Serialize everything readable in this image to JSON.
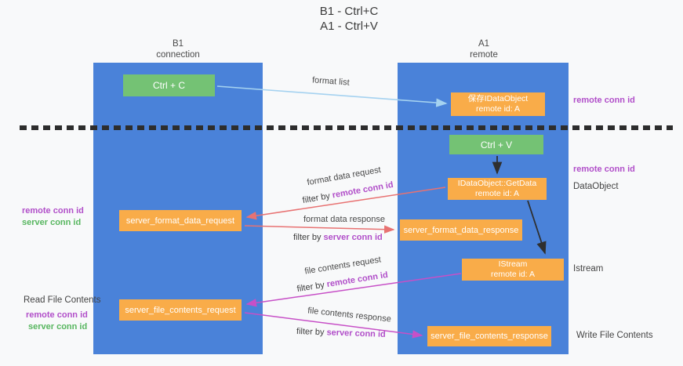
{
  "title": {
    "line1": "B1 - Ctrl+C",
    "line2": "A1 - Ctrl+V"
  },
  "lanes": {
    "left": {
      "title": "B1",
      "subtitle": "connection"
    },
    "right": {
      "title": "A1",
      "subtitle": "remote"
    }
  },
  "nodes": {
    "ctrl_c": {
      "label": "Ctrl + C"
    },
    "ctrl_v": {
      "label": "Ctrl + V"
    },
    "save_idataobject": {
      "line1": "保存IDataObject",
      "line2": "remote id: A"
    },
    "getdata": {
      "line1": "IDataObject::GetData",
      "line2": "remote id: A"
    },
    "istream": {
      "line1": "IStream",
      "line2": "remote id: A"
    },
    "server_format_data_request": {
      "label": "server_format_data_request"
    },
    "server_format_data_response": {
      "label": "server_format_data_response"
    },
    "server_file_contents_request": {
      "label": "server_file_contents_request"
    },
    "server_file_contents_response": {
      "label": "server_file_contents_response"
    }
  },
  "edge_labels": {
    "format_list": "format list",
    "format_data_request": "format data request",
    "format_data_response": "format data response",
    "file_contents_request": "file contents request",
    "file_contents_response": "file contents response",
    "filter_by": "filter by",
    "remote_conn_id": "remote conn id",
    "server_conn_id": "server conn id"
  },
  "side_labels": {
    "left": {
      "remote_conn_id_1": "remote conn id",
      "server_conn_id_1": "server conn id",
      "read_file_contents": "Read File Contents",
      "remote_conn_id_2": "remote conn id",
      "server_conn_id_2": "server conn id"
    },
    "right": {
      "remote_conn_id_1": "remote conn id",
      "remote_conn_id_2": "remote conn id",
      "dataobject": "DataObject",
      "istream": "Istream",
      "write_file_contents": "Write File Contents"
    }
  },
  "colors": {
    "lane_blue": "#4a82d9",
    "node_orange": "#f9ac49",
    "node_green": "#74c274",
    "label_purple": "#b14fc9",
    "label_green": "#57b65f",
    "arrow_salmon": "#e87272",
    "arrow_magenta": "#c750c7",
    "arrow_lightblue": "#a5d2f0",
    "arrow_black": "#2f2f2f",
    "background": "#f8f9fa"
  }
}
